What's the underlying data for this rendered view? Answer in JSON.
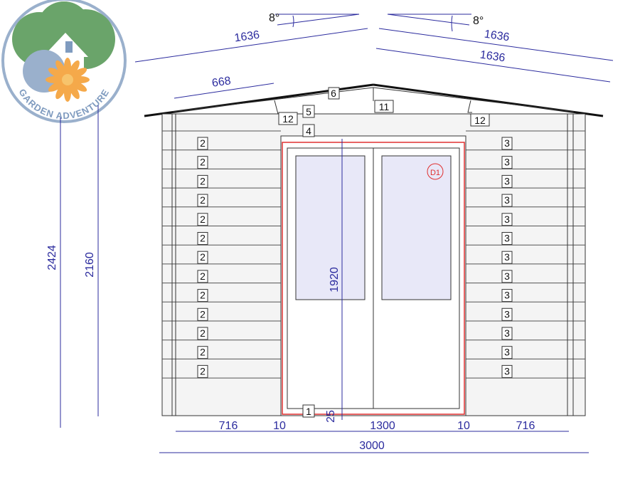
{
  "logo": {
    "brand_text": "GARDEN ADVENTURE"
  },
  "angles": {
    "left": "8°",
    "right": "8°"
  },
  "dimensions": {
    "roof_left": "1636",
    "roof_right_top": "1636",
    "roof_right_bottom": "1636",
    "overhang": "668",
    "height_total": "2424",
    "height_wall": "2160",
    "door_height": "1920",
    "threshold": "25",
    "bottom_left": "716",
    "gap_left": "10",
    "door_width": "1300",
    "gap_right": "10",
    "bottom_right": "716",
    "total_width": "3000"
  },
  "parts": {
    "ridge": "6",
    "gable_left": "12",
    "gable_right": "12",
    "ridge_support": "11",
    "frame_top": "5",
    "frame_header": "4",
    "threshold_part": "1",
    "left_board": "2",
    "right_board": "3",
    "door_code": "D1"
  },
  "wall": {
    "board_rows": 14
  },
  "colors": {
    "dimension": "#2b2b9e",
    "door_outline": "#e03030",
    "glass": "#e8e8f8",
    "wall_fill": "#f2f2f2"
  }
}
